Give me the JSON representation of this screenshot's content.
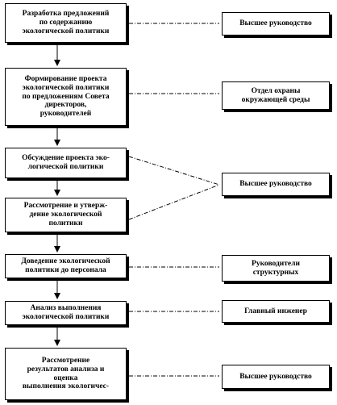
{
  "process_steps": [
    {
      "text": "Разработка предложений\nпо содержанию\nэкологической политики"
    },
    {
      "text": "Формирование проекта\nэкологической политики\nпо предложениям Совета\nдиректоров,\nруководителей"
    },
    {
      "text": "Обсуждение проекта эко-\nлогической политики"
    },
    {
      "text": "Рассмотрение и утверж-\nдение экологической\nполитики"
    },
    {
      "text": "Доведение экологической\nполитики до персонала"
    },
    {
      "text": "Анализ выполнения\nэкологической политики"
    },
    {
      "text": "Рассмотрение\nрезультатов анализа и\nоценка\nвыполнения экологичес-"
    }
  ],
  "responsible_parties": [
    {
      "text": "Высшее руководство"
    },
    {
      "text": "Отдел охраны\nокружающей среды"
    },
    {
      "text": "Высшее руководство"
    },
    {
      "text": "Руководители\nструктурных"
    },
    {
      "text": "Главный инженер"
    },
    {
      "text": "Высшее руководство"
    }
  ]
}
